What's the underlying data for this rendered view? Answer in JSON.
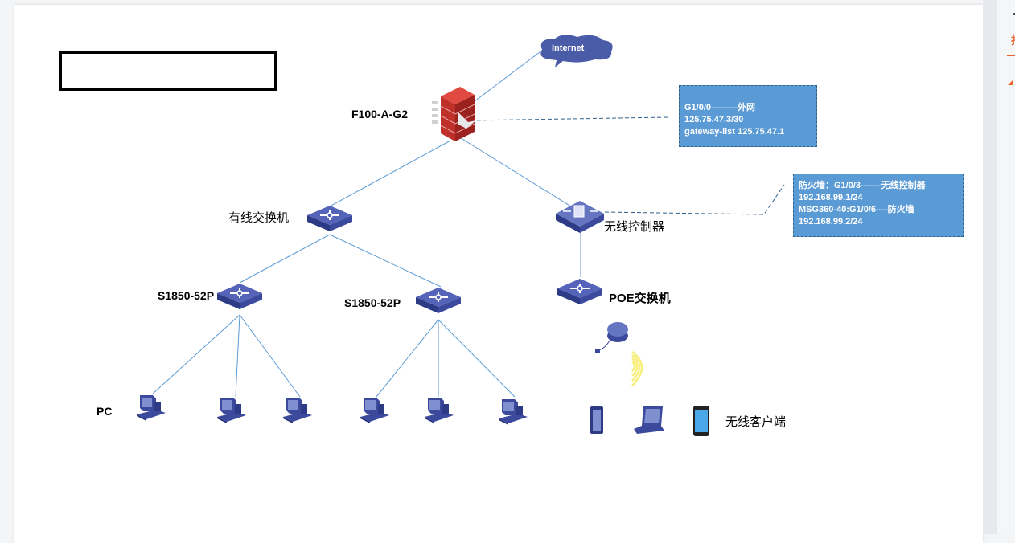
{
  "diagram": {
    "title_box_text": "",
    "internet_label": "Internet",
    "firewall": {
      "label": "F100-A-G2"
    },
    "wired_switch": {
      "label": "有线交换机"
    },
    "wireless_controller": {
      "label": "无线控制器"
    },
    "access_switch_1": {
      "label": "S1850-52P"
    },
    "access_switch_2": {
      "label": "S1850-52P"
    },
    "poe_switch": {
      "label": "POE交换机"
    },
    "pc_label": "PC",
    "wireless_clients_label": "无线客户端",
    "firewall_info": {
      "lines": [
        "G1/0/0---------外网",
        "125.75.47.3/30",
        " gateway-list 125.75.47.1"
      ]
    },
    "controller_info": {
      "lines": [
        "防火墙：G1/0/3-------无线控制器",
        "192.168.99.1/24",
        " MSG360-40:G1/0/6----防火墙",
        "192.168.99.2/24"
      ]
    },
    "colors": {
      "link": "#5b9bd5",
      "device_blue": "#3b4a9c",
      "firewall_red": "#c0302b",
      "info_box": "#5b9bd5",
      "internet_cloud": "#4a5ba8",
      "signal_yellow": "#f7ef7a",
      "accent_orange": "#e8622b"
    }
  }
}
